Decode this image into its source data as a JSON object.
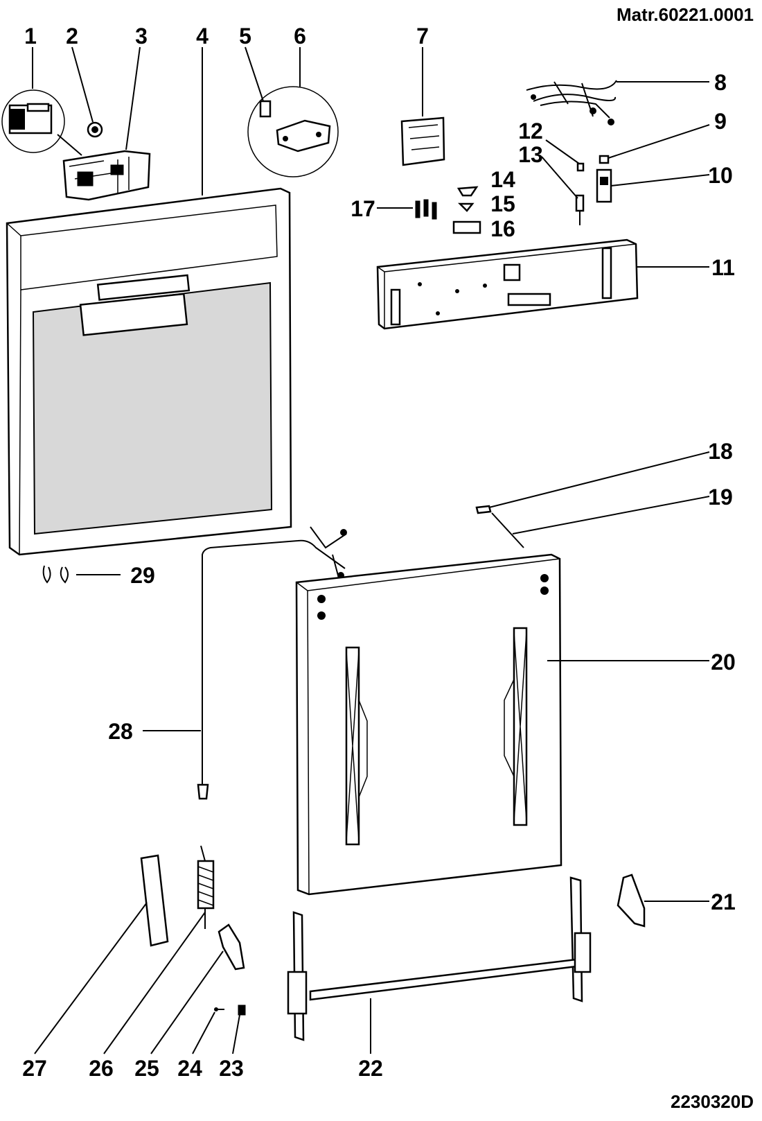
{
  "header": {
    "material_number": "Matr.60221.0001"
  },
  "footer": {
    "drawing_code": "2230320D"
  },
  "callouts": [
    {
      "id": "1",
      "label": "1"
    },
    {
      "id": "2",
      "label": "2"
    },
    {
      "id": "3",
      "label": "3"
    },
    {
      "id": "4",
      "label": "4"
    },
    {
      "id": "5",
      "label": "5"
    },
    {
      "id": "6",
      "label": "6"
    },
    {
      "id": "7",
      "label": "7"
    },
    {
      "id": "8",
      "label": "8"
    },
    {
      "id": "9",
      "label": "9"
    },
    {
      "id": "10",
      "label": "10"
    },
    {
      "id": "11",
      "label": "11"
    },
    {
      "id": "12",
      "label": "12"
    },
    {
      "id": "13",
      "label": "13"
    },
    {
      "id": "14",
      "label": "14"
    },
    {
      "id": "15",
      "label": "15"
    },
    {
      "id": "16",
      "label": "16"
    },
    {
      "id": "17",
      "label": "17"
    },
    {
      "id": "18",
      "label": "18"
    },
    {
      "id": "19",
      "label": "19"
    },
    {
      "id": "20",
      "label": "20"
    },
    {
      "id": "21",
      "label": "21"
    },
    {
      "id": "22",
      "label": "22"
    },
    {
      "id": "23",
      "label": "23"
    },
    {
      "id": "24",
      "label": "24"
    },
    {
      "id": "25",
      "label": "25"
    },
    {
      "id": "26",
      "label": "26"
    },
    {
      "id": "27",
      "label": "27"
    },
    {
      "id": "28",
      "label": "28"
    },
    {
      "id": "29",
      "label": "29"
    }
  ]
}
